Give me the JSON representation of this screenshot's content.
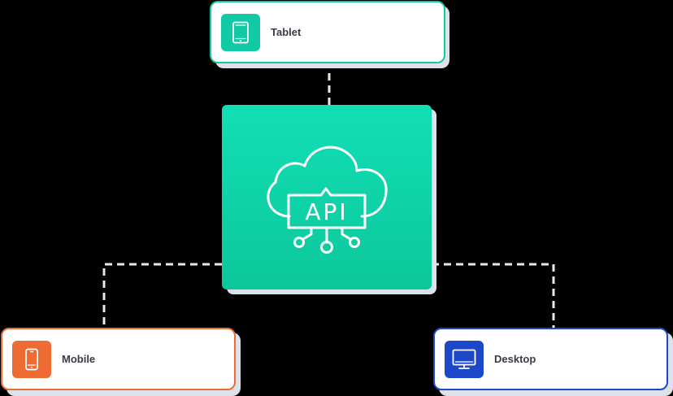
{
  "nodes": {
    "tablet": {
      "label": "Tablet",
      "accent": "#12c9a6",
      "icon": "tablet-icon"
    },
    "mobile": {
      "label": "Mobile",
      "accent": "#ee6b33",
      "icon": "smartphone-icon"
    },
    "desktop": {
      "label": "Desktop",
      "accent": "#1c48c8",
      "icon": "monitor-icon"
    },
    "api": {
      "label": "API",
      "accent": "#0fd6ab",
      "icon": "cloud-api-icon"
    }
  },
  "colors": {
    "background": "#000000",
    "connector": "#e6e9f0",
    "card_shadow": "#dde1ea"
  }
}
